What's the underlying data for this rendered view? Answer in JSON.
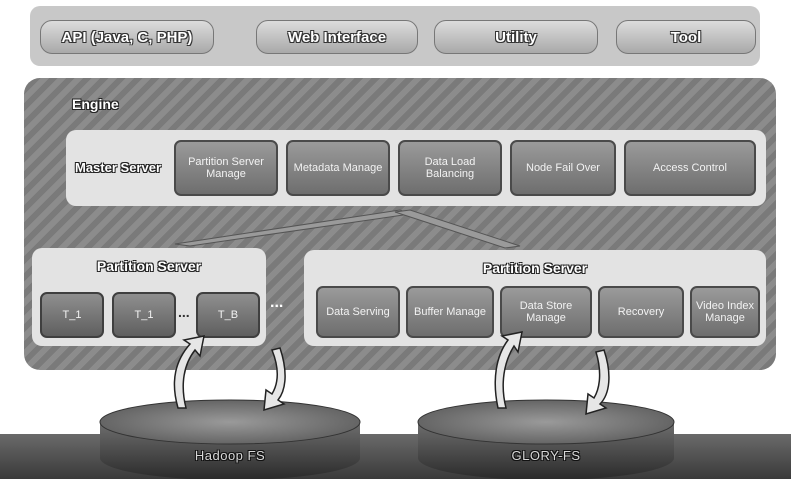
{
  "top_bar": {
    "items": [
      {
        "label": "API (Java, C, PHP)"
      },
      {
        "label": "Web Interface"
      },
      {
        "label": "Utility"
      },
      {
        "label": "Tool"
      }
    ]
  },
  "engine": {
    "label": "Engine",
    "master_server": {
      "label": "Master Server",
      "modules": [
        {
          "label": "Partition Server Manage"
        },
        {
          "label": "Metadata Manage"
        },
        {
          "label": "Data Load Balancing"
        },
        {
          "label": "Node Fail Over"
        },
        {
          "label": "Access Control"
        }
      ]
    },
    "partition_server_left": {
      "label": "Partition Server",
      "tablets": [
        "T_1",
        "T_1",
        "T_B"
      ],
      "ellipsis": "..."
    },
    "between_ellipsis": "...",
    "partition_server_right": {
      "label": "Partition Server",
      "modules": [
        {
          "label": "Data Serving"
        },
        {
          "label": "Buffer Manage"
        },
        {
          "label": "Data Store Manage"
        },
        {
          "label": "Recovery"
        },
        {
          "label": "Video Index Manage"
        }
      ]
    }
  },
  "storage": {
    "left": {
      "label": "Hadoop FS"
    },
    "right": {
      "label": "GLORY-FS"
    }
  }
}
